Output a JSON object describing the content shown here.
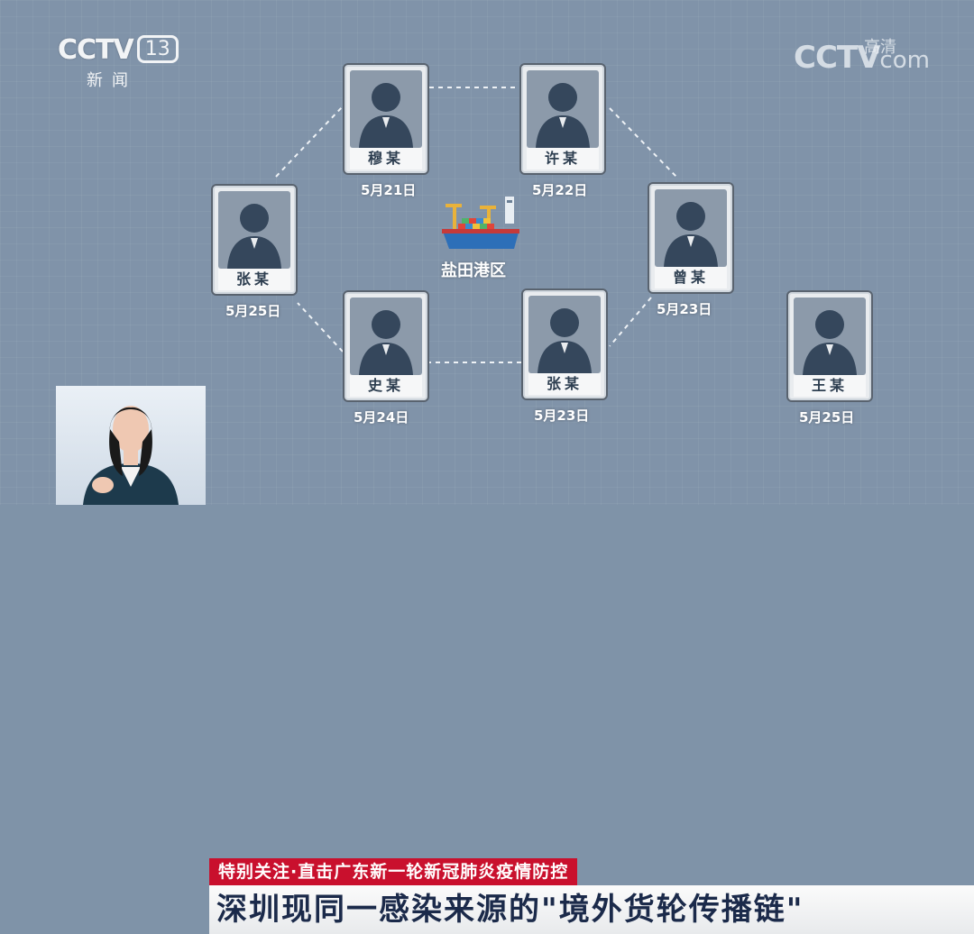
{
  "logo_left": {
    "brand": "CCTV",
    "channel": "13",
    "sub": "新闻"
  },
  "logo_right": {
    "brand": "CCTV",
    "hd": "高清",
    "com": "com"
  },
  "port": {
    "label": "盐田港区"
  },
  "people": [
    {
      "name": "穆某",
      "date": "5月21日"
    },
    {
      "name": "许某",
      "date": "5月22日"
    },
    {
      "name": "曾某",
      "date": "5月23日"
    },
    {
      "name": "张某",
      "date": "5月23日"
    },
    {
      "name": "史某",
      "date": "5月24日"
    },
    {
      "name": "张某",
      "date": "5月25日"
    },
    {
      "name": "王某",
      "date": "5月25日"
    }
  ],
  "banner": {
    "subtitle": "特别关注·直击广东新一轮新冠肺炎疫情防控",
    "headline": "深圳现同一感染来源的\"境外货轮传播链\""
  },
  "colors": {
    "background": "#8093a9",
    "banner_red": "#c9102d",
    "headline_text": "#1b2a4a"
  }
}
